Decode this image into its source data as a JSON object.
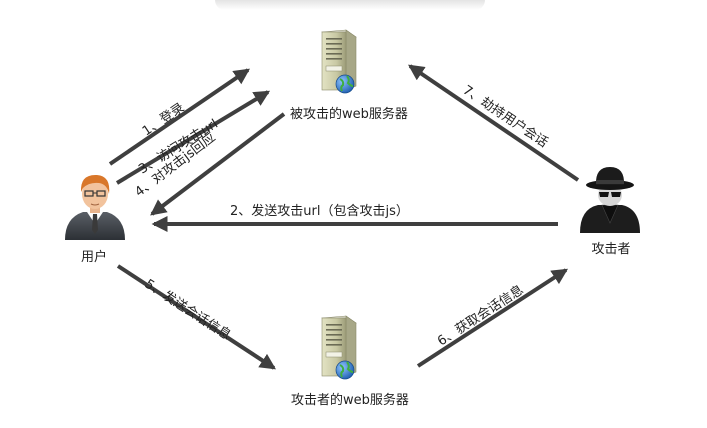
{
  "nodes": {
    "user": {
      "label": "用户",
      "icon": "man-with-glasses-icon"
    },
    "attacker": {
      "label": "攻击者",
      "icon": "spy-hat-icon"
    },
    "victim_server": {
      "label": "被攻击的web服务器",
      "icon": "server-globe-icon"
    },
    "attacker_server": {
      "label": "攻击者的web服务器",
      "icon": "server-globe-icon"
    }
  },
  "edges": {
    "e1": "1、登录",
    "e2": "2、发送攻击url（包含攻击js）",
    "e3": "3、访问攻击url",
    "e4": "4、对攻击js回应",
    "e5": "5、发送会话信息",
    "e6": "6、获取会话信息",
    "e7": "7、劫持用户会话"
  },
  "colors": {
    "arrow": "#3f3f3f",
    "server_body": "#c9c9a4",
    "globe": "#2f72c4",
    "hair": "#d9772a",
    "hat": "#1b1b1b"
  }
}
